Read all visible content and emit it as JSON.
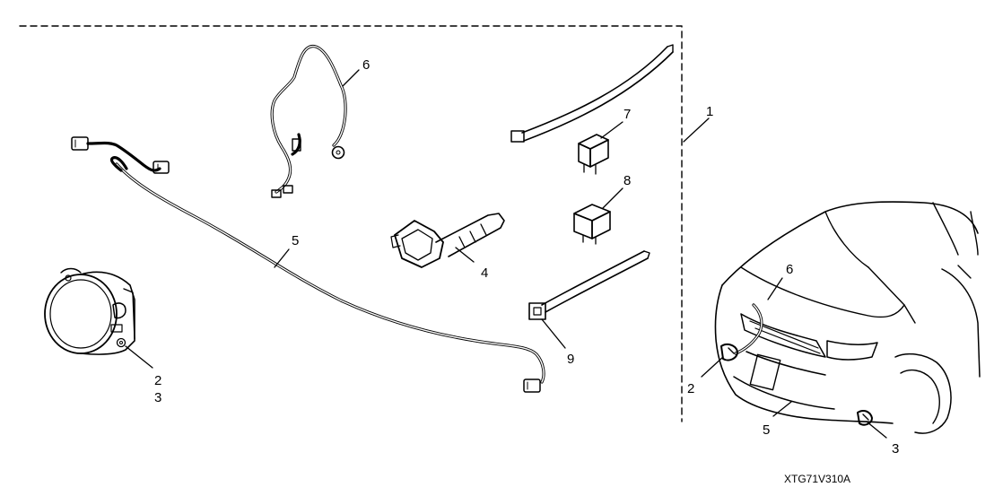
{
  "diagram": {
    "callouts": {
      "c1": "1",
      "c2": "2",
      "c3": "3",
      "c4": "4",
      "c5": "5",
      "c6": "6",
      "c7": "7",
      "c8": "8",
      "c9": "9",
      "v2": "2",
      "v3": "3",
      "v5": "5",
      "v6": "6"
    },
    "code": "XTG71V310A"
  }
}
